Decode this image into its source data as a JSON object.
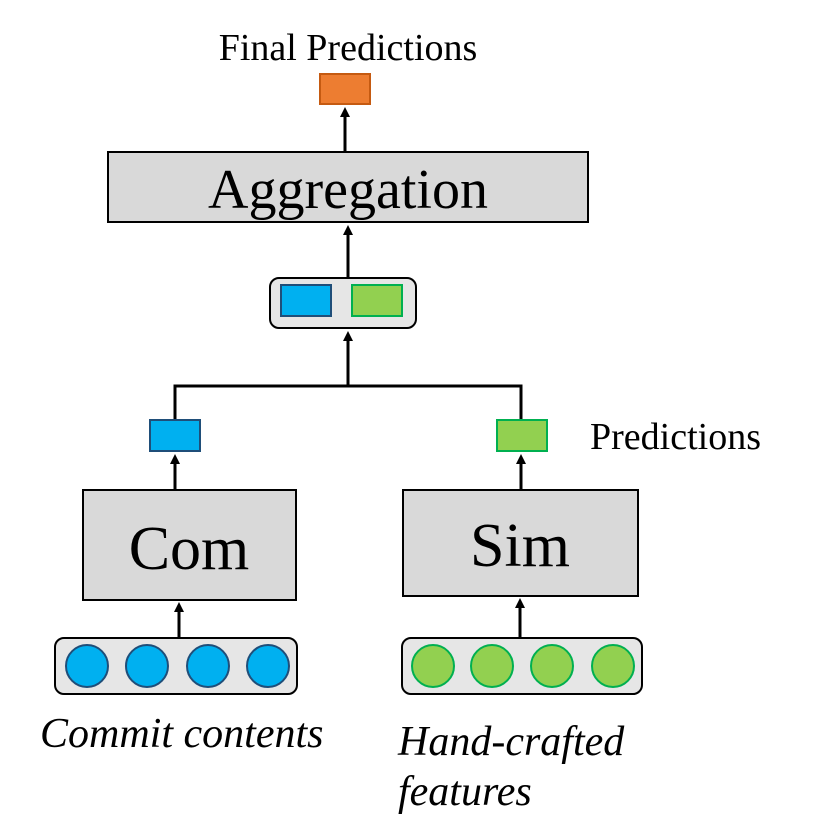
{
  "labels": {
    "final_predictions": "Final Predictions",
    "aggregation": "Aggregation",
    "predictions": "Predictions",
    "com": "Com",
    "sim": "Sim",
    "commit_contents": "Commit contents",
    "hand_crafted_line1": "Hand-crafted",
    "hand_crafted_line2": "features"
  },
  "colors": {
    "orange": "#ED7D31",
    "blue": "#00B0F0",
    "green": "#92D050",
    "box_fill": "#D9D9D9"
  }
}
